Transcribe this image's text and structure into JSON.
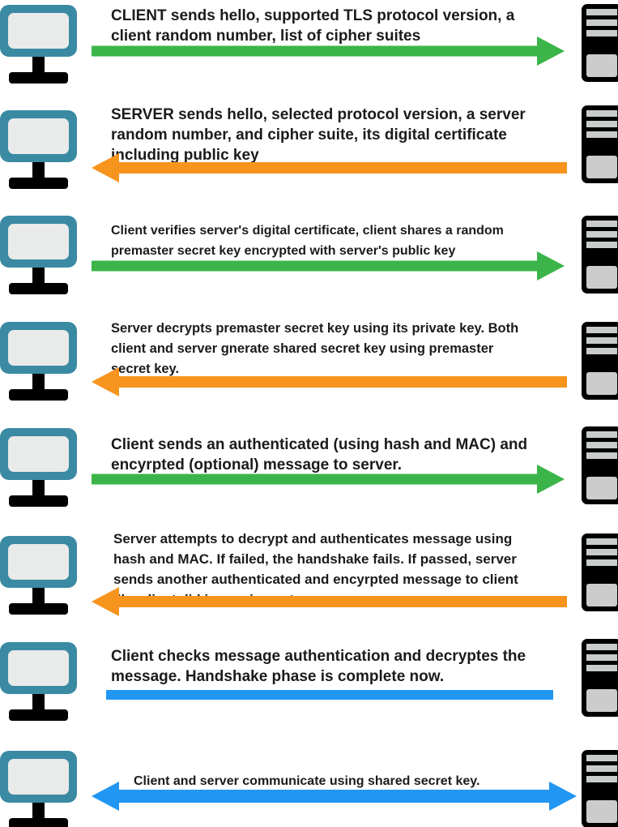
{
  "colors": {
    "background": "#ffffff",
    "text": "#1b1b1b",
    "client_monitor": "#3a8aa3",
    "client_screen": "#e9eaea",
    "icon_black": "#000000",
    "server_stripe": "#c9cccc",
    "server_panel": "#cccccc",
    "arrow_green": "#3bb54a",
    "arrow_orange": "#f7941e",
    "arrow_blue": "#2196f3"
  },
  "icons": {
    "client": "desktop-computer-icon",
    "server": "server-tower-icon"
  },
  "rows": [
    {
      "step": 1,
      "lines": [
        "CLIENT sends hello, supported TLS protocol version, a",
        "client random number, list of cipher suites"
      ],
      "arrow": {
        "direction": "right",
        "color": "#3bb54a"
      }
    },
    {
      "step": 2,
      "lines": [
        "SERVER sends hello, selected protocol version, a server",
        "random number, and cipher suite, its digital certificate",
        "including public key"
      ],
      "arrow": {
        "direction": "left",
        "color": "#f7941e"
      }
    },
    {
      "step": 3,
      "lines": [
        "Client verifies server's digital certificate, client shares a random",
        "premaster secret key encrypted with server's public key"
      ],
      "arrow": {
        "direction": "right",
        "color": "#3bb54a"
      }
    },
    {
      "step": 4,
      "lines": [
        "Server decrypts premaster secret key using its private key. Both",
        "client and server gnerate shared secret key using premaster",
        "secret key."
      ],
      "arrow": {
        "direction": "left",
        "color": "#f7941e"
      }
    },
    {
      "step": 5,
      "lines": [
        "Client sends an authenticated (using hash and MAC) and",
        "encyrpted (optional) message to server."
      ],
      "arrow": {
        "direction": "right",
        "color": "#3bb54a"
      }
    },
    {
      "step": 6,
      "lines": [
        "Server attempts to decrypt and authenticates message using",
        "hash and MAC. If failed, the handshake fails. If passed, server",
        "sends another authenticated and encyrpted message to client",
        "like client did in previous step."
      ],
      "arrow": {
        "direction": "left",
        "color": "#f7941e"
      }
    },
    {
      "step": 7,
      "lines": [
        "Client checks message authentication and decryptes the",
        "message. Handshake phase is complete now."
      ],
      "arrow": {
        "direction": "none",
        "color": "#2196f3"
      }
    },
    {
      "step": 8,
      "lines": [
        "Client and server communicate using shared secret key."
      ],
      "arrow": {
        "direction": "both",
        "color": "#2196f3"
      }
    }
  ]
}
